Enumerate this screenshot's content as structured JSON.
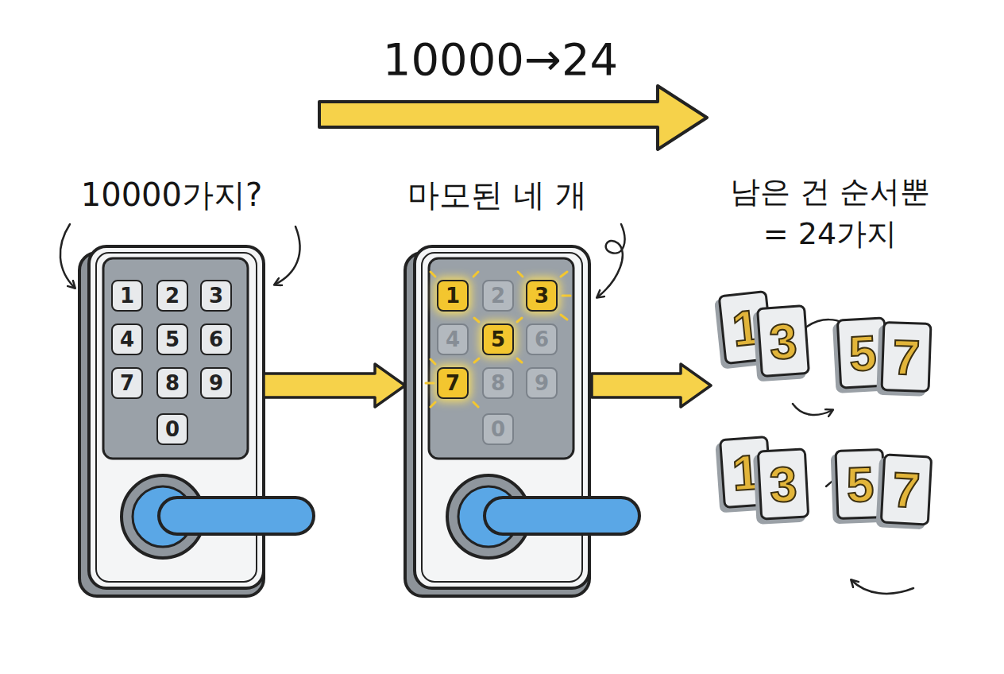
{
  "diagram": {
    "nodes": [
      {
        "text": [
          "10000가지?"
        ]
      },
      {
        "text": [
          "1"
        ],
        "in": 0
      },
      {
        "text": [
          "2"
        ],
        "in": 0
      },
      {
        "text": [
          "3"
        ],
        "in": 0
      },
      {
        "text": [
          "4"
        ],
        "in": 0
      },
      {
        "text": [
          "5"
        ],
        "in": 0
      },
      {
        "text": [
          "6"
        ],
        "in": 0
      },
      {
        "text": [
          "7"
        ],
        "in": 0
      },
      {
        "text": [
          "8"
        ],
        "in": 0
      },
      {
        "text": [
          "9"
        ],
        "in": 0
      },
      {
        "text": [
          "0"
        ],
        "in": 0
      },
      {
        "text": [
          "마모된 네 개"
        ]
      },
      {
        "text": [
          "1"
        ],
        "in": 11
      },
      {
        "text": [
          "2"
        ],
        "in": 11
      },
      {
        "text": [
          "3"
        ],
        "in": 11
      },
      {
        "text": [
          "4"
        ],
        "in": 11
      },
      {
        "text": [
          "5"
        ],
        "in": 11
      },
      {
        "text": [
          "6"
        ],
        "in": 11
      },
      {
        "text": [
          "7"
        ],
        "in": 11
      },
      {
        "text": [
          "8"
        ],
        "in": 11
      },
      {
        "text": [
          "9"
        ],
        "in": 11
      },
      {
        "text": [
          "0"
        ],
        "in": 11
      },
      {
        "text": [
          "남은 건 순서뿐 = 24가지"
        ]
      },
      {
        "text": [
          "1"
        ],
        "in": 22
      },
      {
        "text": [
          "3"
        ],
        "in": 22
      },
      {
        "text": [
          "5"
        ],
        "in": 22
      },
      {
        "text": [
          "7"
        ],
        "in": 22
      },
      {
        "text": [
          "1"
        ],
        "in": 22
      },
      {
        "text": [
          "3"
        ],
        "in": 22
      },
      {
        "text": [
          "5"
        ],
        "in": 22
      },
      {
        "text": [
          "7"
        ],
        "in": 22
      }
    ],
    "edges": [
      {
        "from": 0,
        "to": 11,
        "arrow": "to"
      },
      {
        "from": 11,
        "to": 22,
        "arrow": "to"
      }
    ],
    "labels": [
      "10000→24"
    ]
  }
}
